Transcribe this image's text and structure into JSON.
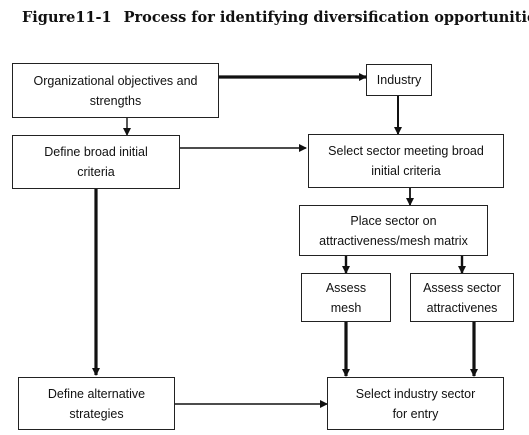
{
  "figure": {
    "number": "Figure11-1",
    "title": "Process for identifying diversification opportunities"
  },
  "nodes": {
    "org_objectives": [
      "Organizational objectives and",
      "strengths"
    ],
    "industry": [
      "Industry"
    ],
    "define_criteria": [
      "Define broad initial",
      "criteria"
    ],
    "select_sector": [
      "Select sector meeting broad",
      "initial criteria"
    ],
    "place_sector": [
      "Place sector on",
      "attractiveness/mesh matrix"
    ],
    "assess_mesh": [
      "Assess",
      "mesh"
    ],
    "assess_attractiveness": [
      "Assess sector",
      "attractivenes"
    ],
    "define_strategies": [
      "Define alternative",
      "strategies"
    ],
    "select_industry": [
      "Select industry sector",
      "for entry"
    ]
  },
  "edges": [
    [
      "org_objectives",
      "industry"
    ],
    [
      "org_objectives",
      "define_criteria"
    ],
    [
      "industry",
      "select_sector"
    ],
    [
      "define_criteria",
      "select_sector"
    ],
    [
      "select_sector",
      "place_sector"
    ],
    [
      "place_sector",
      "assess_mesh"
    ],
    [
      "place_sector",
      "assess_attractiveness"
    ],
    [
      "define_criteria",
      "define_strategies"
    ],
    [
      "assess_mesh",
      "select_industry"
    ],
    [
      "assess_attractiveness",
      "select_industry"
    ],
    [
      "define_strategies",
      "select_industry"
    ]
  ]
}
